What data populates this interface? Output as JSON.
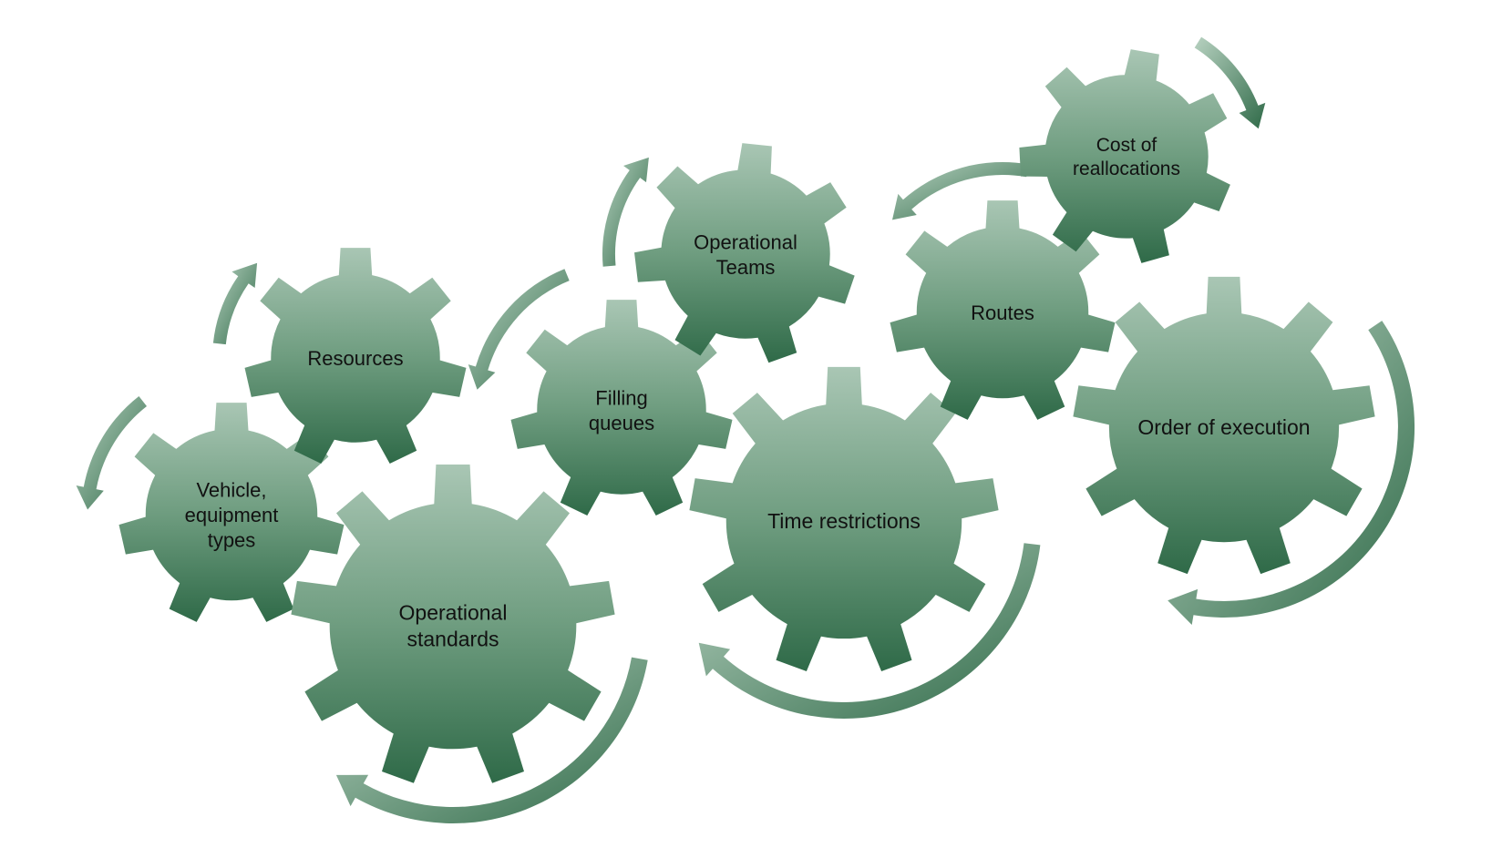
{
  "diagram": {
    "colors": {
      "gear_top": "#a9c6b4",
      "gear_mid": "#6f9d80",
      "gear_bottom": "#2f6a48",
      "arrow_light": "#b8d2c1",
      "arrow_dark": "#2f6a48",
      "label": "#111111"
    },
    "gears": [
      {
        "id": "vehicle-equipment-types",
        "lines": [
          "Vehicle,",
          "equipment",
          "types"
        ]
      },
      {
        "id": "resources",
        "lines": [
          "Resources"
        ]
      },
      {
        "id": "operational-standards",
        "lines": [
          "Operational",
          "standards"
        ]
      },
      {
        "id": "filling-queues",
        "lines": [
          "Filling",
          "queues"
        ]
      },
      {
        "id": "operational-teams",
        "lines": [
          "Operational",
          "Teams"
        ]
      },
      {
        "id": "time-restrictions",
        "lines": [
          "Time restrictions"
        ]
      },
      {
        "id": "routes",
        "lines": [
          "Routes"
        ]
      },
      {
        "id": "cost-of-reallocations",
        "lines": [
          "Cost of",
          "reallocations"
        ]
      },
      {
        "id": "order-of-execution",
        "lines": [
          "Order of execution"
        ]
      }
    ]
  }
}
